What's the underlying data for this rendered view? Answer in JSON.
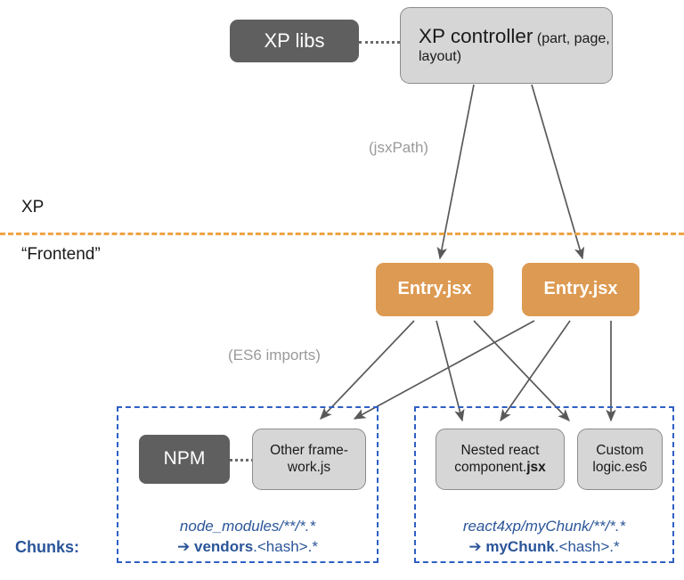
{
  "diagram": {
    "title_nodes": {
      "xp_libs": "XP libs",
      "xp_controller_title": "XP controller",
      "xp_controller_sub": "(part, page, layout)",
      "entry_left": "Entry.jsx",
      "entry_right": "Entry.jsx",
      "npm": "NPM",
      "other_framework_line1": "Other frame-",
      "other_framework_line2": "work.js",
      "nested_react_line1": "Nested react",
      "nested_react_line2_plain": "component.",
      "nested_react_line2_bold": "jsx",
      "custom_logic_line1": "Custom",
      "custom_logic_line2": "logic.es6"
    },
    "bands": {
      "upper": "XP",
      "lower": "“Frontend”"
    },
    "edge_labels": {
      "jsx_path": "(jsxPath)",
      "es6_imports": "(ES6 imports)"
    },
    "chunks": {
      "label": "Chunks:",
      "left": {
        "pattern": "node_modules/**/*.*",
        "arrow": "➔ ",
        "output_bold": "vendors",
        "output_rest": ".<hash>.*"
      },
      "right": {
        "pattern": "react4xp/myChunk/**/*.*",
        "arrow": "➔ ",
        "output_bold": "myChunk",
        "output_rest": ".<hash>.*"
      }
    },
    "colors": {
      "dark_node": "#5f5f5f",
      "grey_node": "#d6d6d6",
      "orange_node": "#dd9a52",
      "divider_orange": "#eda341",
      "chunk_blue": "#2f5fc4",
      "caption_blue": "#2a5599",
      "arrow_grey": "#595959"
    }
  }
}
